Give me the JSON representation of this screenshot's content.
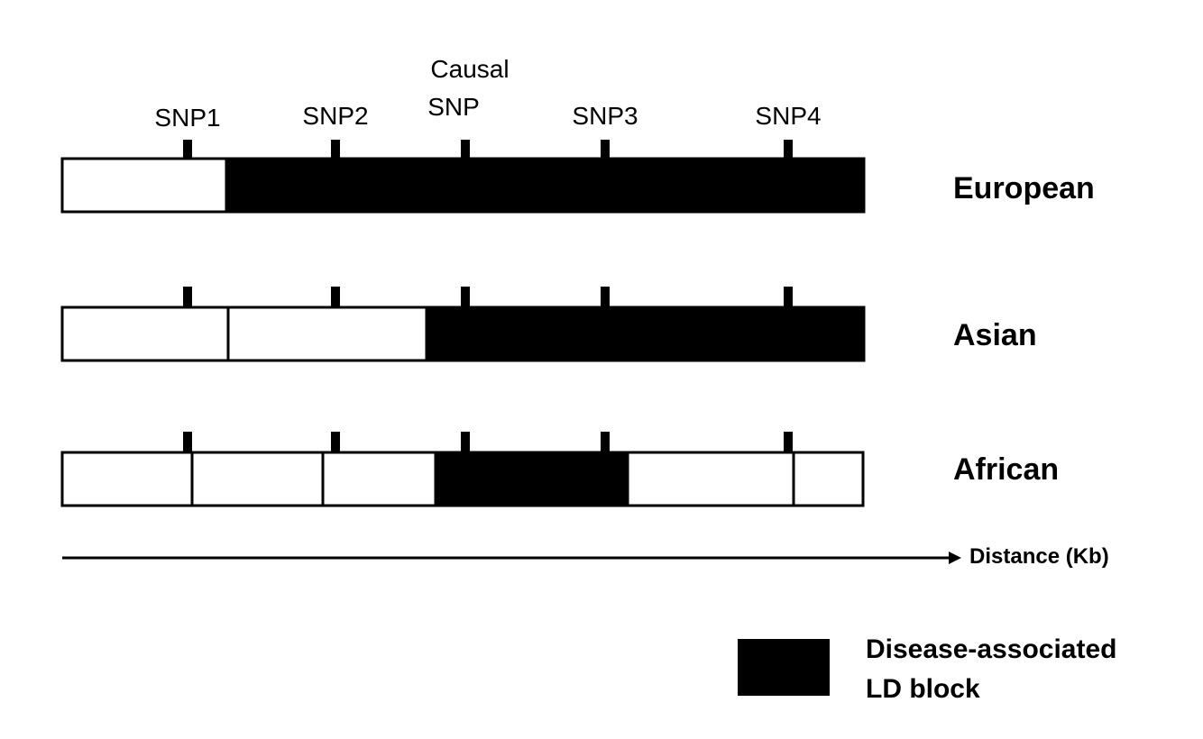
{
  "snp_labels": {
    "snp1": "SNP1",
    "snp2": "SNP2",
    "causal_line1": "Causal",
    "causal_line2": "SNP",
    "snp3": "SNP3",
    "snp4": "SNP4"
  },
  "populations": {
    "european": "European",
    "asian": "Asian",
    "african": "African"
  },
  "axis": {
    "label": "Distance (Kb)"
  },
  "legend": {
    "line1": "Disease-associated",
    "line2": "LD block"
  },
  "colors": {
    "ld_block": "#000000",
    "background": "#ffffff"
  }
}
